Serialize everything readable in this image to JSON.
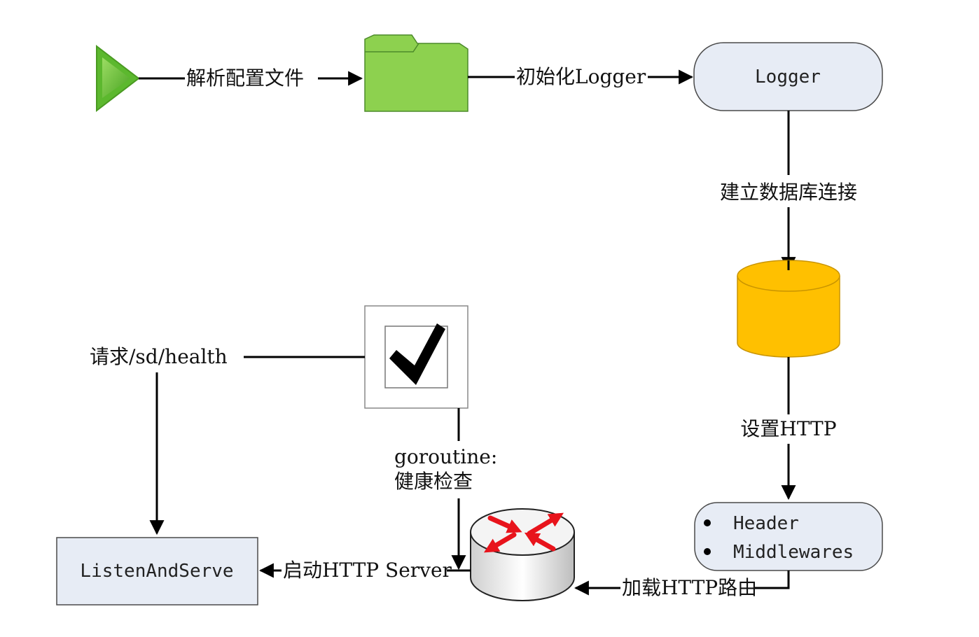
{
  "edges": {
    "parse_config": "解析配置文件",
    "init_logger": "初始化Logger",
    "db_connect": "建立数据库连接",
    "setup_http": "设置HTTP",
    "load_routes": "加载HTTP路由",
    "start_server": "启动HTTP Server",
    "goroutine_line1": "goroutine:",
    "goroutine_line2": "健康检查",
    "health_request": "请求/sd/health"
  },
  "nodes": {
    "logger": "Logger",
    "middleware_items": [
      "Header",
      "Middlewares"
    ],
    "listen_and_serve": "ListenAndServe"
  },
  "colors": {
    "start_triangle": "#5cb82e",
    "folder": "#8dd14f",
    "database": "#ffc000",
    "box_fill": "#e7ecf5",
    "router_arrows": "#e8141c"
  },
  "icons": {
    "start": "play-triangle-icon",
    "config": "folder-icon",
    "db": "database-cylinder-icon",
    "health": "checkmark-icon",
    "router": "router-icon"
  }
}
